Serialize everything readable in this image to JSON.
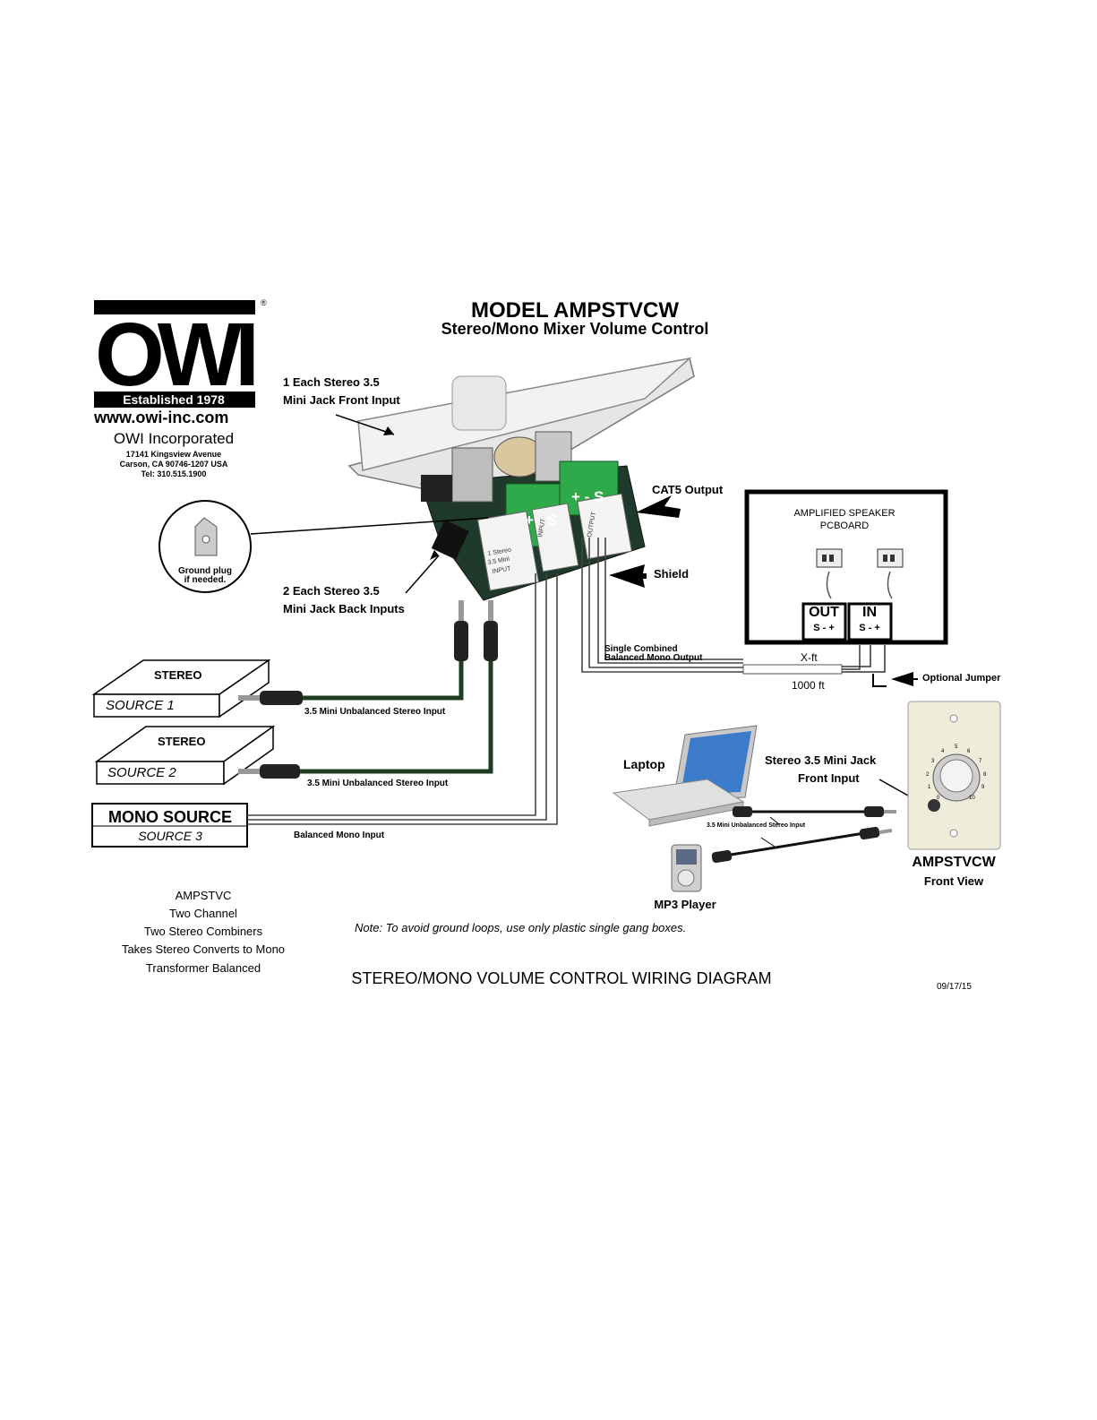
{
  "logo": {
    "brand": "OWI",
    "registered": "®",
    "established": "Established 1978",
    "website": "www.owi-inc.com",
    "company": "OWI Incorporated",
    "address1": "17141 Kingsview Avenue",
    "address2": "Carson, CA 90746-1207 USA",
    "phone": "Tel: 310.515.1900"
  },
  "title": {
    "model": "MODEL AMPSTVCW",
    "subtitle": "Stereo/Mono Mixer Volume Control"
  },
  "labels": {
    "front_input_1": "1 Each Stereo 3.5",
    "front_input_2": "Mini Jack Front Input",
    "back_inputs_1": "2 Each Stereo 3.5",
    "back_inputs_2": "Mini Jack Back Inputs",
    "ground_plug_1": "Ground plug",
    "ground_plug_2": "if needed.",
    "cat5_output": "CAT5 Output",
    "shield": "Shield",
    "single_combined_1": "Single Combined",
    "single_combined_2": "Balanced Mono Output",
    "xft": "X-ft",
    "distance": "1000 ft",
    "optional_jumper": "Optional Jumper",
    "unbalanced_1": "3.5 Mini Unbalanced Stereo Input",
    "unbalanced_2": "3.5 Mini Unbalanced Stereo Input",
    "balanced_mono": "Balanced Mono Input",
    "laptop": "Laptop",
    "mp3": "MP3 Player",
    "front_jack_1": "Stereo 3.5 Mini Jack",
    "front_jack_2": "Front Input",
    "small_unbalanced": "3.5 Mini Unbalanced Stereo Input",
    "front_view_model": "AMPSTVCW",
    "front_view": "Front View"
  },
  "board_terminals": {
    "left": "+ - S",
    "right": "+ - S",
    "left_label_1": "1 Stereo",
    "left_label_2": "3.5 Mini",
    "left_label_3": "INPUT",
    "mid_label": "INPUT",
    "right_label": "OUTPUT"
  },
  "sources": {
    "source1_top": "STEREO",
    "source1_front": "SOURCE 1",
    "source2_top": "STEREO",
    "source2_front": "SOURCE 2",
    "mono_top": "MONO SOURCE",
    "mono_bottom": "SOURCE 3"
  },
  "amplifier": {
    "title_1": "AMPLIFIED SPEAKER",
    "title_2": "PCBOARD",
    "out": "OUT",
    "in": "IN",
    "out_pins": "S  -  +",
    "in_pins": "S  -  +"
  },
  "knob_scale": [
    "0",
    "1",
    "2",
    "3",
    "4",
    "5",
    "6",
    "7",
    "8",
    "9",
    "10"
  ],
  "features": [
    "AMPSTVC",
    "Two Channel",
    "Two Stereo Combiners",
    "Takes Stereo Converts to Mono",
    "Transformer Balanced"
  ],
  "note": "Note: To avoid ground loops, use only plastic single gang boxes.",
  "footer_title": "STEREO/MONO VOLUME CONTROL WIRING DIAGRAM",
  "date": "09/17/15"
}
